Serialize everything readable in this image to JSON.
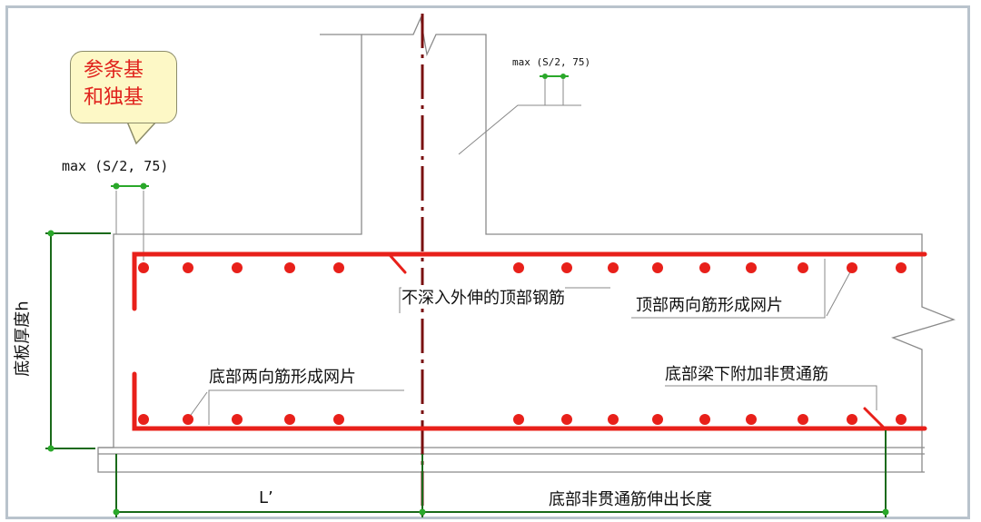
{
  "callout": {
    "line1": "参条基",
    "line2": "和独基"
  },
  "labels": {
    "max_left": "max (S/2, 75)",
    "max_top": "max (S/2, 75)",
    "no_top_ext": "不深入外伸的顶部钢筋",
    "top_mesh": "顶部两向筋形成网片",
    "bottom_mesh": "底部两向筋形成网片",
    "beam_extra": "底部梁下附加非贯通筋",
    "thickness": "底板厚度h",
    "L_prime": "L’",
    "bottom_ext": "底部非贯通筋伸出长度"
  },
  "colors": {
    "rebar": "#e8201a",
    "dimension": "#1a8a1a",
    "axis": "#7a1010",
    "outline": "#909090"
  }
}
